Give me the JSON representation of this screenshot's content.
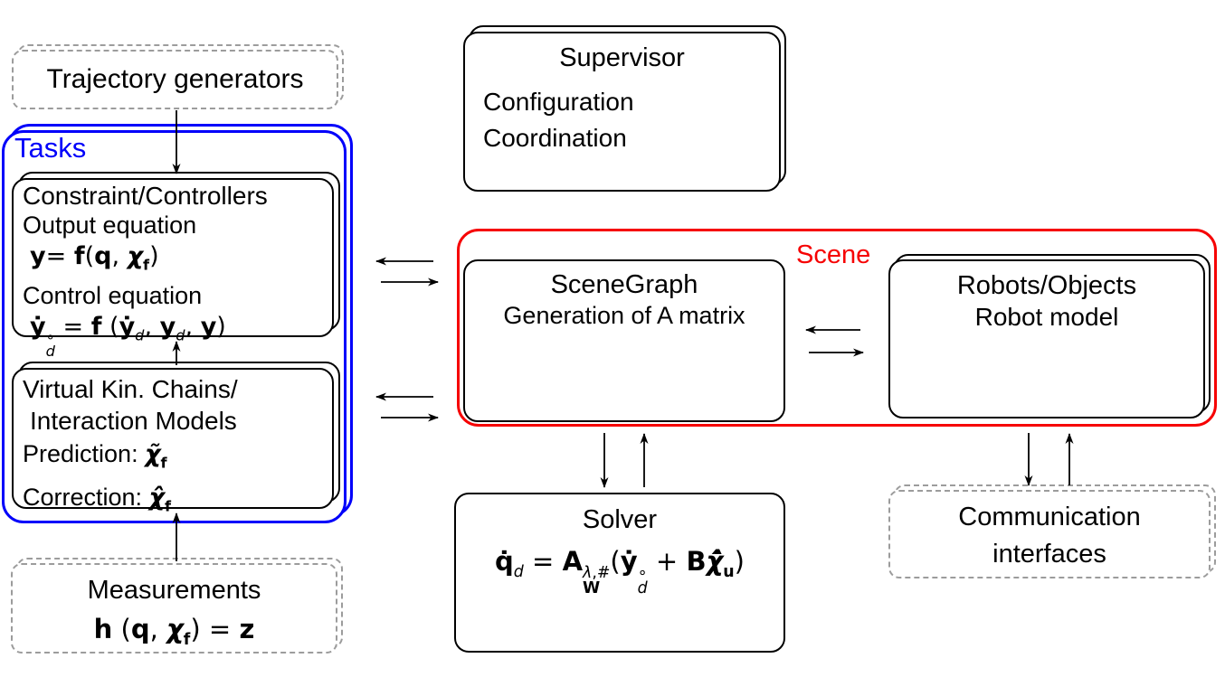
{
  "colors": {
    "accent_blue": "#0100fa",
    "accent_red": "#f60203",
    "dashed_gray": "#9c9c9c"
  },
  "trajectory": {
    "label": "Trajectory generators"
  },
  "tasks": {
    "label": "Tasks",
    "constraint": {
      "title": "Constraint/Controllers",
      "output_label": "Output equation",
      "output_eq": "<b>y</b>= <b>f</b>(<b>q</b>, <b><i>χ</i></b><sub><b>f</b></sub>)",
      "control_label": "Control equation",
      "control_eq": "<b>ẏ</b><span class=\"ss\"><span class=\"t\">∘</span><span class=\"u\"><i>d</i></span></span> = <b>f</b> (<b>ẏ</b><sub><i>d</i></sub>, <b>y</b><sub><i>d</i></sub>, <b>y</b>)"
    },
    "virtual": {
      "title_line1": "Virtual Kin. Chains/",
      "title_line2": "Interaction Models",
      "prediction_label": "Prediction: ",
      "prediction_eq": "<b><i>χ̃</i></b><sub><b>f</b></sub>",
      "correction_label": "Correction: ",
      "correction_eq": "<b><i>χ̂</i></b><sub><b>f</b></sub>"
    }
  },
  "measurements": {
    "title": "Measurements",
    "equation": "<b>h</b> (<b>q</b>, <b><i>χ</i></b><sub><b>f</b></sub>) = <b>z</b>"
  },
  "supervisor": {
    "title": "Supervisor",
    "items": [
      "Configuration",
      "Coordination"
    ]
  },
  "scene": {
    "label": "Scene",
    "scenegraph": {
      "title": "SceneGraph",
      "subtitle": "Generation of A matrix"
    },
    "robots": {
      "title": "Robots/Objects",
      "subtitle": "Robot model"
    }
  },
  "solver": {
    "title": "Solver",
    "equation": "<b>q̇</b><sub><i>d</i></sub> = <b>A</b><span class=\"ss\"><span class=\"t\"><i>λ</i>,#</span><span class=\"u\"><b>W</b></span></span>(<b>ẏ</b><span class=\"ss\"><span class=\"t\">∘</span><span class=\"u\"><i>d</i></span></span> + <b>B</b><b><i>χ̇̂</i></b><sub><b>u</b></sub>)"
  },
  "communication": {
    "line1": "Communication",
    "line2": "interfaces"
  }
}
